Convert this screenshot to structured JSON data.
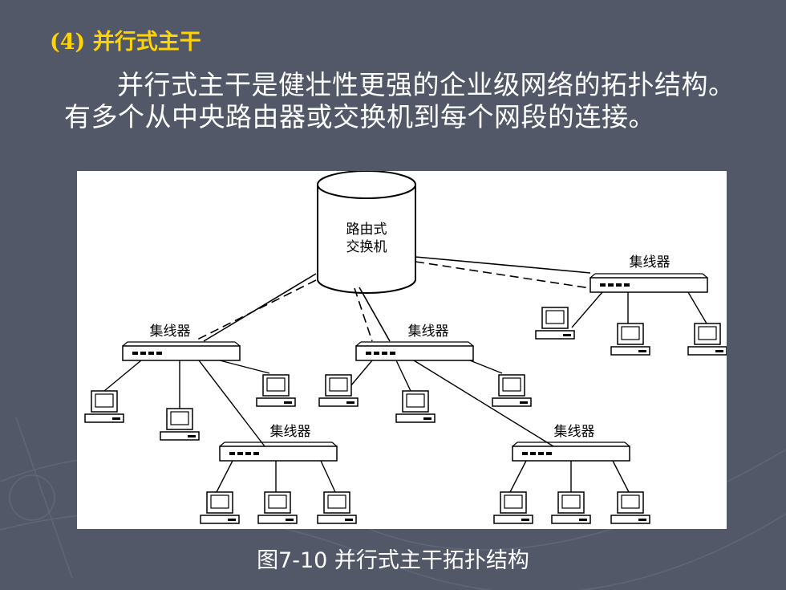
{
  "heading": {
    "number": "(4)",
    "title": "并行式主干"
  },
  "paragraph": "并行式主干是健壮性更强的企业级网络的拓扑结构。有多个从中央路由器或交换机到每个网段的连接。",
  "diagram": {
    "router_label_line1": "路由式",
    "router_label_line2": "交换机",
    "hub_label": "集线器"
  },
  "caption": "图7-10   并行式主干拓扑结构",
  "colors": {
    "background": "#525868",
    "heading": "#ffd400",
    "text": "#ffffff"
  }
}
